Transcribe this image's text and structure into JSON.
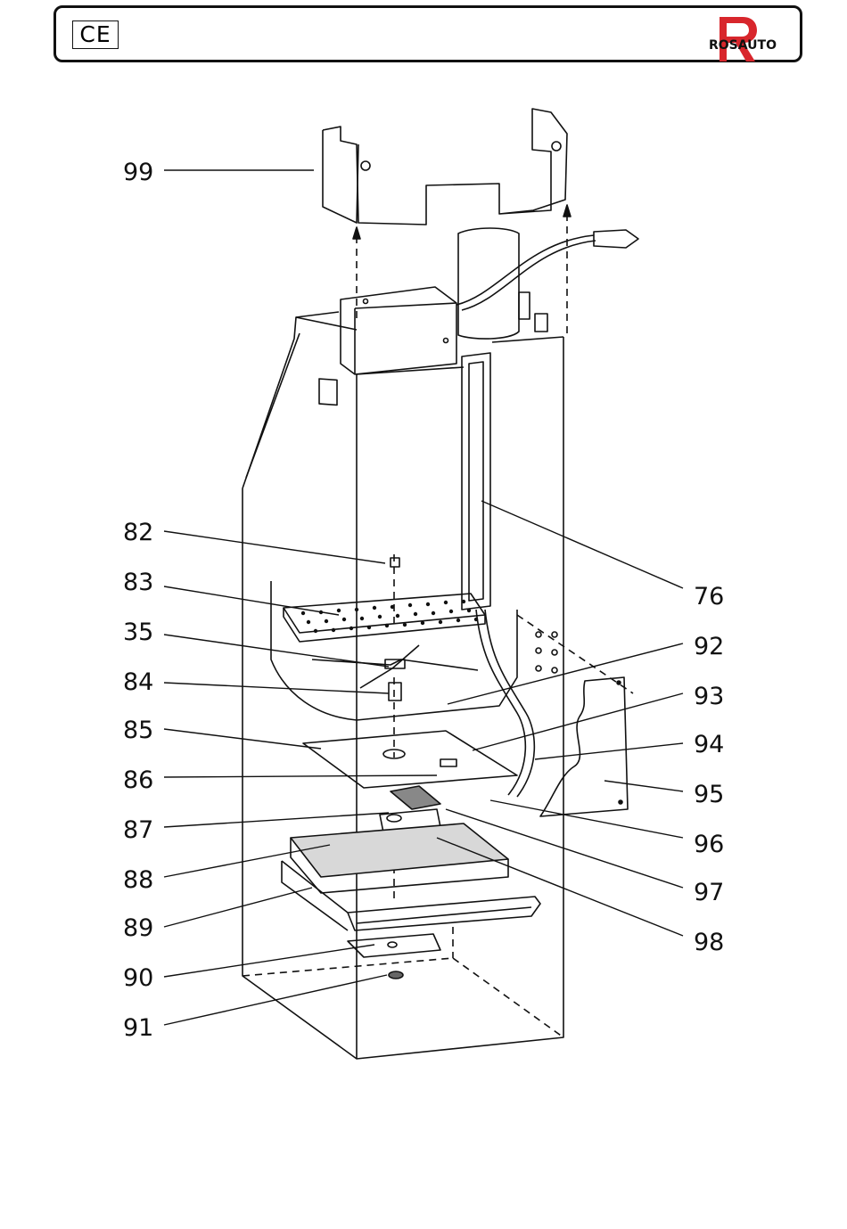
{
  "header": {
    "ce_mark": "CE",
    "logo_text": "ROSAUTO",
    "logo_icon": "rosauto-r-logo",
    "logo_color": "#d8262c"
  },
  "diagram": {
    "labels_left": [
      "99",
      "82",
      "83",
      "35",
      "84",
      "85",
      "86",
      "87",
      "88",
      "89",
      "90",
      "91"
    ],
    "labels_right": [
      "76",
      "92",
      "93",
      "94",
      "95",
      "96",
      "97",
      "98"
    ]
  }
}
